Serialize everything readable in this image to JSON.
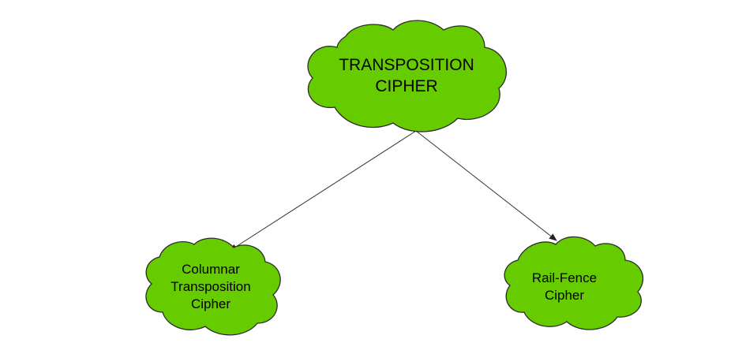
{
  "colors": {
    "cloud_fill": "#66cc00",
    "outline": "#2b2b2b",
    "edge": "#333333",
    "background": "#ffffff"
  },
  "nodes": {
    "root": {
      "lines": [
        "TRANSPOSITION",
        "CIPHER"
      ]
    },
    "left": {
      "lines": [
        "Columnar",
        "Transposition",
        "Cipher"
      ]
    },
    "right": {
      "lines": [
        "Rail-Fence",
        "Cipher"
      ]
    }
  }
}
